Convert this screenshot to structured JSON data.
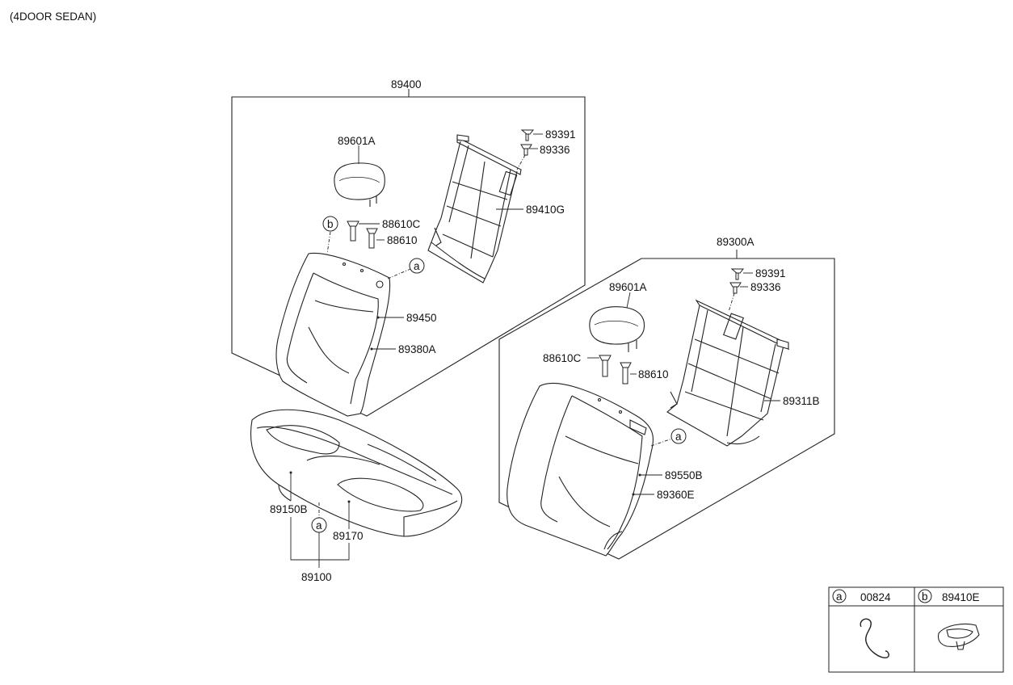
{
  "variant": "(4DOOR SEDAN)",
  "assemblies": {
    "left_back": "89400",
    "right_back": "89300A",
    "cushion": "89100"
  },
  "parts": {
    "l_headrest": "89601A",
    "l_guide_c": "88610C",
    "l_guide": "88610",
    "l_frame": "89410G",
    "l_clip1": "89391",
    "l_clip2": "89336",
    "l_pad": "89450",
    "l_cover": "89380A",
    "r_headrest": "89601A",
    "r_guide_c": "88610C",
    "r_guide": "88610",
    "r_clip1": "89391",
    "r_clip2": "89336",
    "r_frame": "89311B",
    "r_pad": "89550B",
    "r_cover": "89360E",
    "c_pad": "89150B",
    "c_cover": "89170"
  },
  "callouts": {
    "a": "a",
    "b": "b"
  },
  "legend": {
    "a_letter": "a",
    "a_part": "00824",
    "b_letter": "b",
    "b_part": "89410E"
  }
}
